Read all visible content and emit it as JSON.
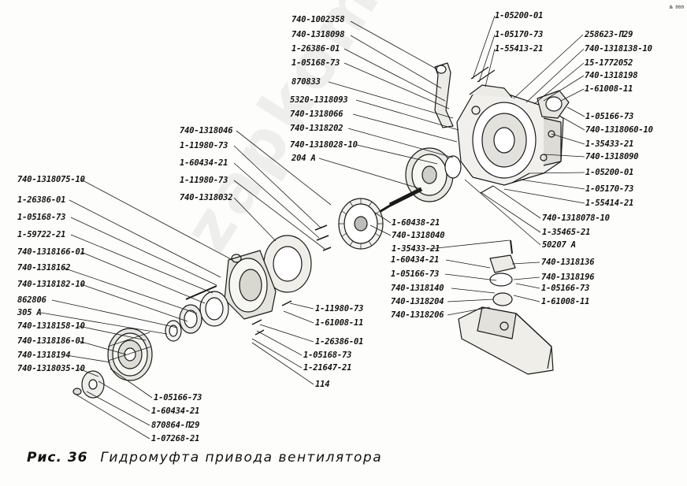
{
  "caption": {
    "figure": "Рис. 36",
    "title": "Гидромуфта привода вентилятора"
  },
  "watermark": "zapkom",
  "corner_mark": "№ 000",
  "labels": [
    "740-1002358",
    "740-1318098",
    "1-26386-01",
    "1-05168-73",
    "870833",
    "5320-1318093",
    "740-1318066",
    "740-1318202",
    "740-1318028-10",
    "204 А",
    "1-05200-01",
    "1-05170-73",
    "1-55413-21",
    "258623-П29",
    "740-1318138-10",
    "15-1772052",
    "740-1318198",
    "1-61008-11",
    "1-05166-73",
    "740-1318060-10",
    "1-35433-21",
    "740-1318090",
    "1-05200-01",
    "1-05170-73",
    "1-55414-21",
    "740-1318078-10",
    "1-35465-21",
    "50207 А",
    "1-60438-21",
    "740-1318040",
    "1-35433-21",
    "740-1318046",
    "1-11980-73",
    "1-60434-21",
    "1-11980-73",
    "740-1318032",
    "740-1318075-10",
    "1-26386-01",
    "1-05168-73",
    "1-59722-21",
    "740-1318166-01",
    "740-1318162",
    "740-1318182-10",
    "862806",
    "305 А",
    "740-1318158-10",
    "740-1318186-01",
    "740-1318194",
    "740-1318035-10",
    "1-11980-73",
    "1-61008-11",
    "1-26386-01",
    "1-05168-73",
    "1-21647-21",
    "114",
    "1-05166-73",
    "1-60434-21",
    "870864-П29",
    "1-07268-21",
    "1-60434-21",
    "740-1318136",
    "1-05166-73",
    "740-1318196",
    "740-1318140",
    "1-05166-73",
    "740-1318204",
    "1-61008-11",
    "740-1318206"
  ]
}
